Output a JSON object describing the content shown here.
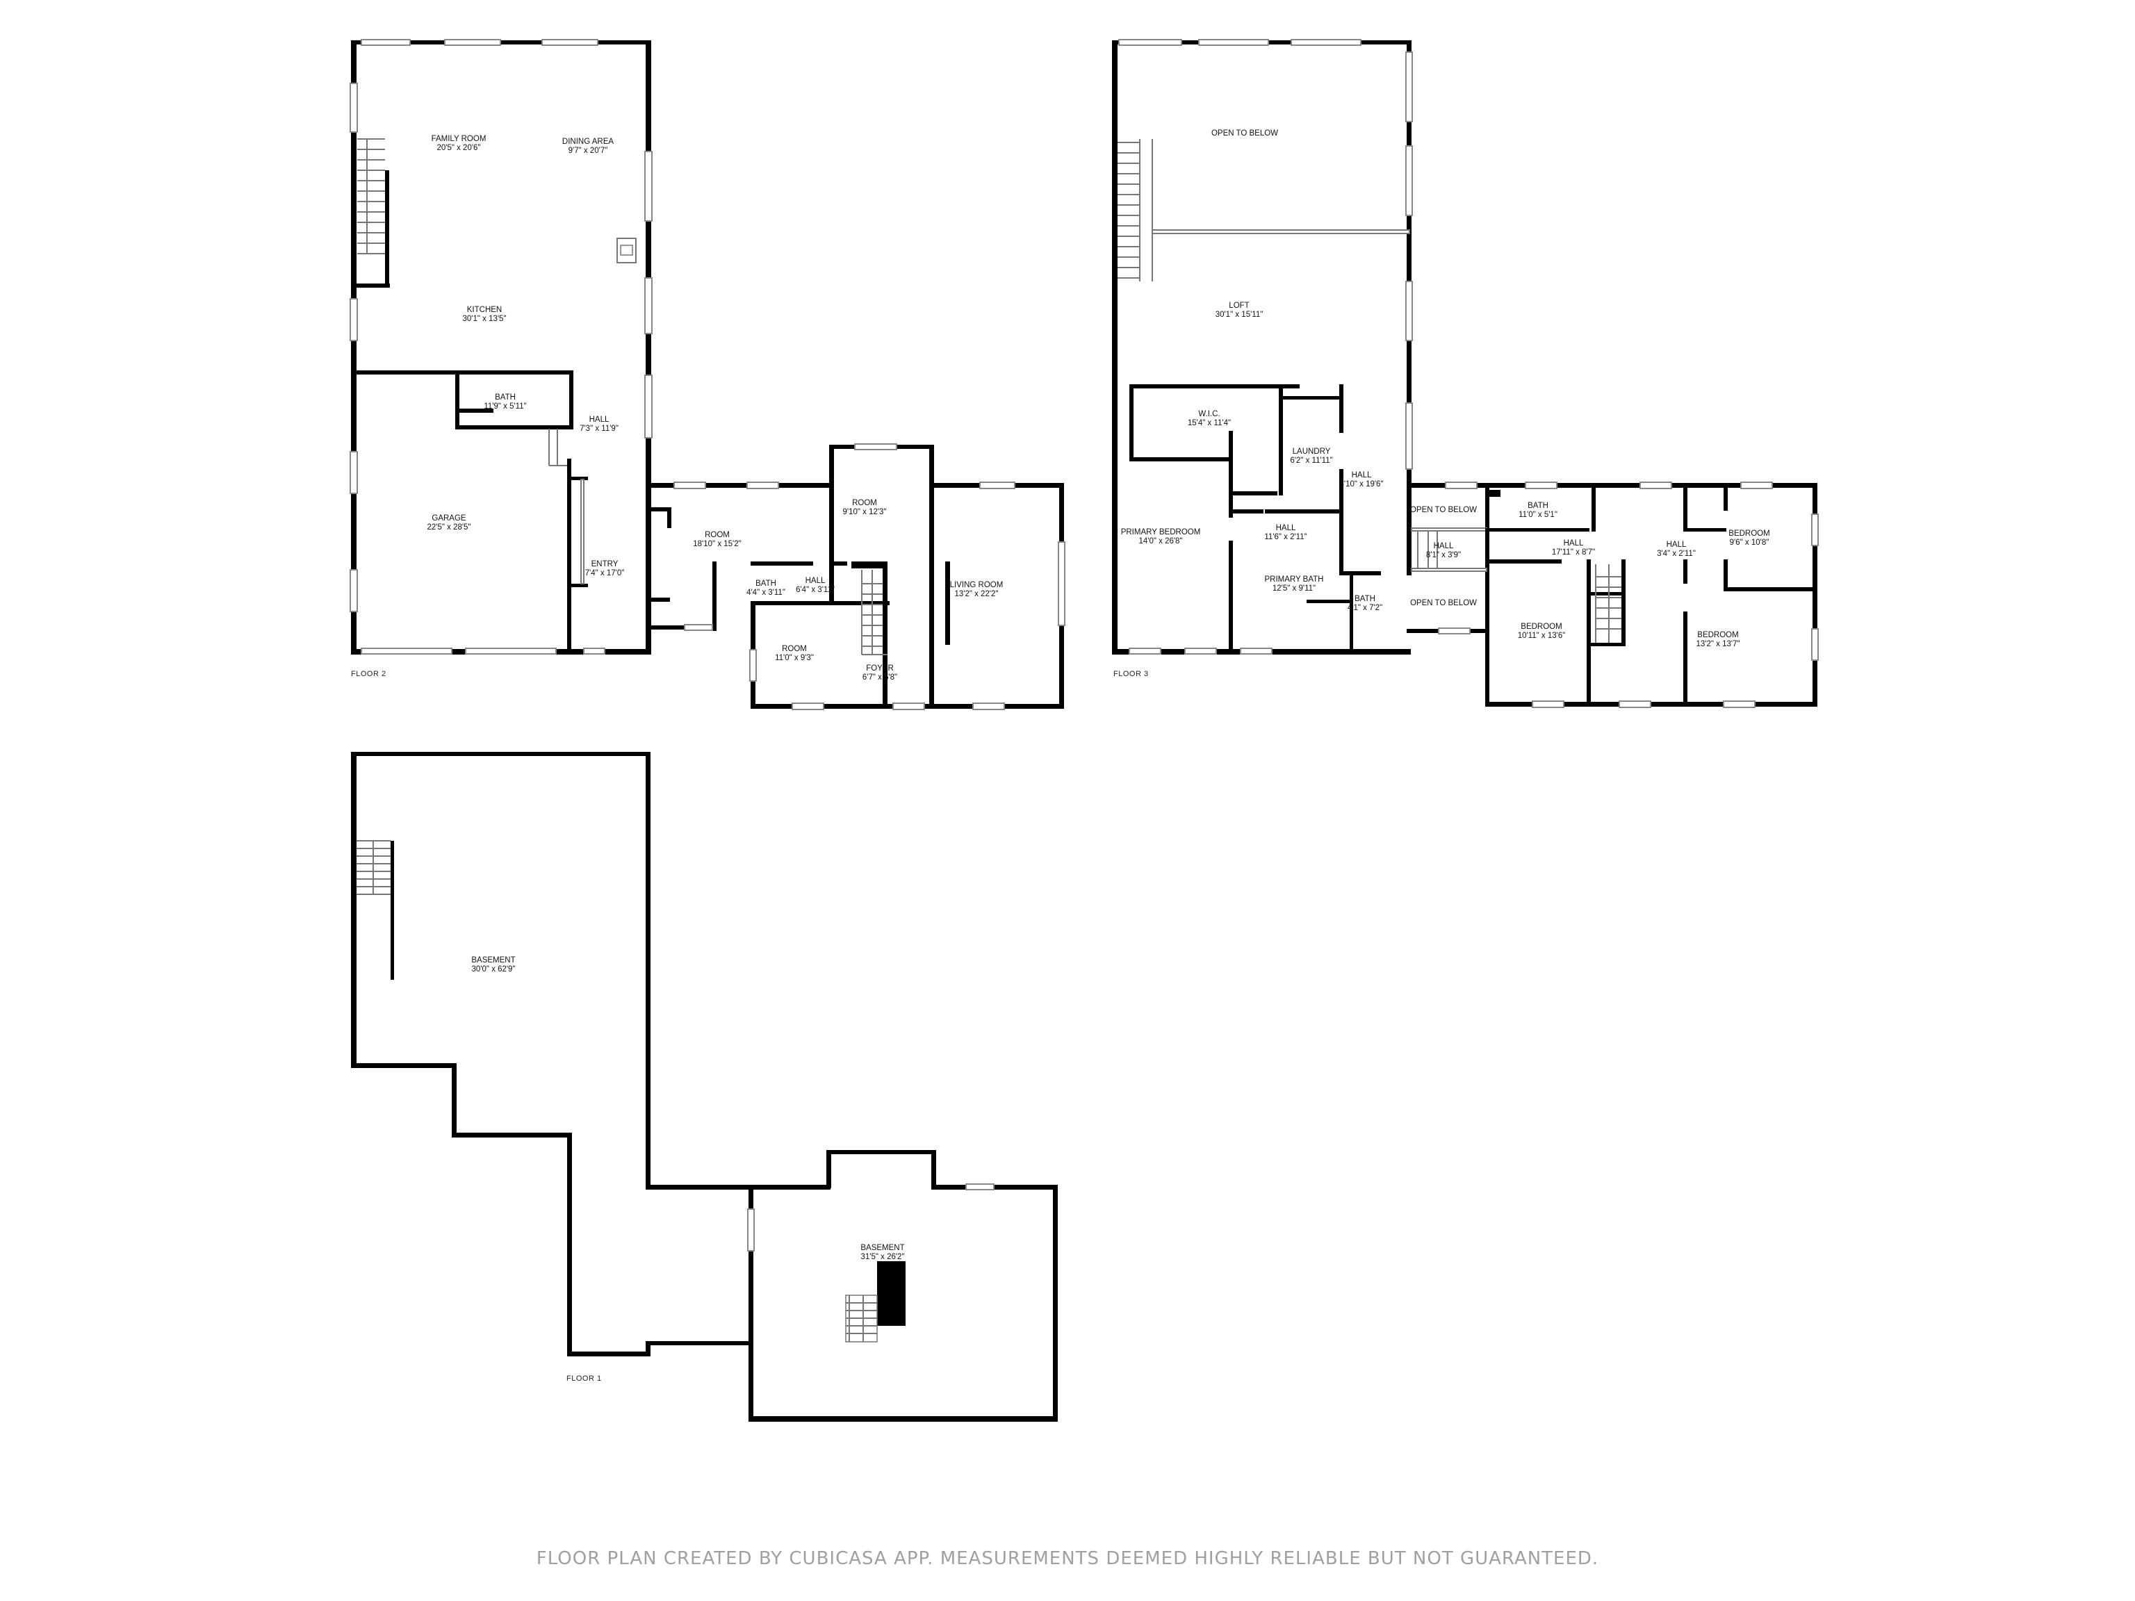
{
  "floors": {
    "floor2": {
      "label": "FLOOR 2",
      "rooms": [
        {
          "name": "FAMILY ROOM",
          "dims": "20'5\" x 20'6\""
        },
        {
          "name": "DINING AREA",
          "dims": "9'7\" x 20'7\""
        },
        {
          "name": "KITCHEN",
          "dims": "30'1\" x 13'5\""
        },
        {
          "name": "BATH",
          "dims": "11'9\" x 5'11\""
        },
        {
          "name": "HALL",
          "dims": "7'3\" x 11'9\""
        },
        {
          "name": "GARAGE",
          "dims": "22'5\" x 28'5\""
        },
        {
          "name": "ENTRY",
          "dims": "7'4\" x 17'0\""
        },
        {
          "name": "ROOM",
          "dims": "18'10\" x 15'2\""
        },
        {
          "name": "ROOM",
          "dims": "9'10\" x 12'3\""
        },
        {
          "name": "BATH",
          "dims": "4'4\" x 3'11\""
        },
        {
          "name": "HALL",
          "dims": "6'4\" x 3'11\""
        },
        {
          "name": "ROOM",
          "dims": "11'0\" x 9'3\""
        },
        {
          "name": "FOYER",
          "dims": "6'7\" x 5'8\""
        },
        {
          "name": "LIVING ROOM",
          "dims": "13'2\" x 22'2\""
        }
      ]
    },
    "floor3": {
      "label": "FLOOR 3",
      "rooms": [
        {
          "name": "OPEN TO BELOW",
          "dims": ""
        },
        {
          "name": "LOFT",
          "dims": "30'1\" x 15'11\""
        },
        {
          "name": "W.I.C.",
          "dims": "15'4\" x 11'4\""
        },
        {
          "name": "LAUNDRY",
          "dims": "6'2\" x 11'11\""
        },
        {
          "name": "HALL",
          "dims": "3'10\" x 19'6\""
        },
        {
          "name": "PRIMARY BEDROOM",
          "dims": "14'0\" x 26'8\""
        },
        {
          "name": "HALL",
          "dims": "11'6\" x 2'11\""
        },
        {
          "name": "PRIMARY BATH",
          "dims": "12'5\" x 9'11\""
        },
        {
          "name": "BATH",
          "dims": "4'1\" x 7'2\""
        },
        {
          "name": "OPEN TO BELOW",
          "dims": ""
        },
        {
          "name": "HALL",
          "dims": "8'1\" x 3'9\""
        },
        {
          "name": "OPEN TO BELOW",
          "dims": ""
        },
        {
          "name": "BATH",
          "dims": "11'0\" x 5'1\""
        },
        {
          "name": "HALL",
          "dims": "17'11\" x 8'7\""
        },
        {
          "name": "HALL",
          "dims": "3'4\" x 2'11\""
        },
        {
          "name": "BEDROOM",
          "dims": "9'6\" x 10'8\""
        },
        {
          "name": "BEDROOM",
          "dims": "10'11\" x 13'6\""
        },
        {
          "name": "BEDROOM",
          "dims": "13'2\" x 13'7\""
        }
      ]
    },
    "floor1": {
      "label": "FLOOR 1",
      "rooms": [
        {
          "name": "BASEMENT",
          "dims": "30'0\" x 62'9\""
        },
        {
          "name": "BASEMENT",
          "dims": "31'5\" x 26'2\""
        }
      ]
    }
  },
  "footer": "FLOOR PLAN CREATED BY CUBICASA APP. MEASUREMENTS DEEMED HIGHLY RELIABLE BUT NOT GUARANTEED."
}
